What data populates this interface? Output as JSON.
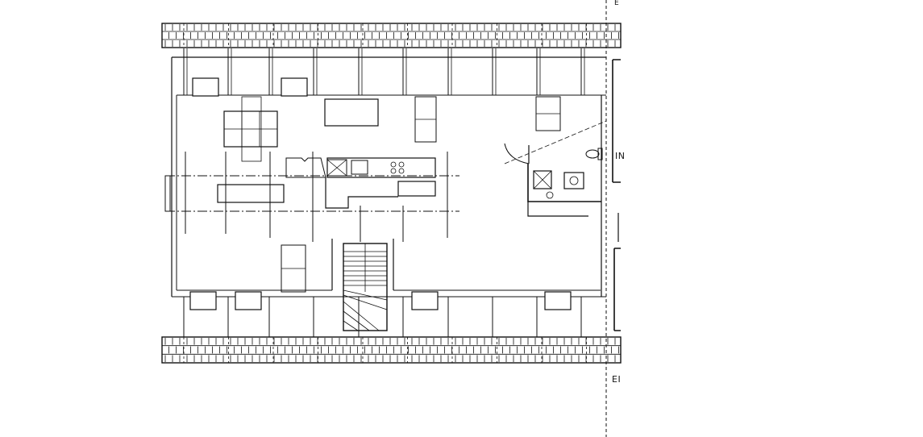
{
  "drawing": {
    "type": "floor-plan",
    "labels": {
      "side_mid": "IN",
      "bottom_right": "EI",
      "top_right": "E"
    },
    "colors": {
      "ink": "#111111",
      "paper": "#ffffff"
    }
  }
}
